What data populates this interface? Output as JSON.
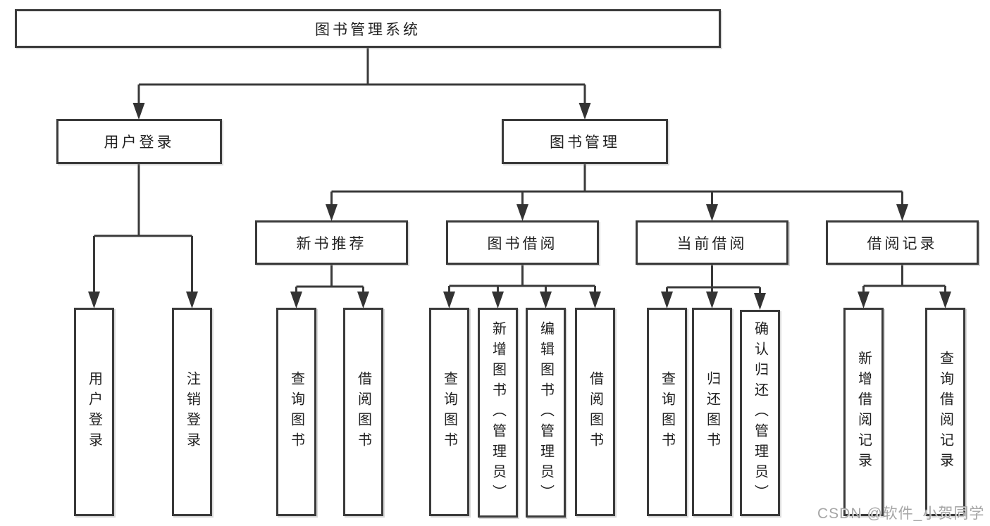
{
  "tree": {
    "root": {
      "label": "图书管理系统",
      "children": [
        {
          "label": "用户登录",
          "children": [
            {
              "label": "用户登录"
            },
            {
              "label": "注销登录"
            }
          ]
        },
        {
          "label": "图书管理",
          "children": [
            {
              "label": "新书推荐",
              "children": [
                {
                  "label": "查询图书"
                },
                {
                  "label": "借阅图书"
                }
              ]
            },
            {
              "label": "图书借阅",
              "children": [
                {
                  "label": "查询图书"
                },
                {
                  "label": "新增图书（管理员）"
                },
                {
                  "label": "编辑图书（管理员）"
                },
                {
                  "label": "借阅图书"
                }
              ]
            },
            {
              "label": "当前借阅",
              "children": [
                {
                  "label": "查询图书"
                },
                {
                  "label": "归还图书"
                },
                {
                  "label": "确认归还（管理员）"
                }
              ]
            },
            {
              "label": "借阅记录",
              "children": [
                {
                  "label": "新增借阅记录"
                },
                {
                  "label": "查询借阅记录"
                }
              ]
            }
          ]
        }
      ]
    }
  },
  "watermark": {
    "text": "CSDN @软件_小贺同学"
  },
  "colors": {
    "line": "#3a3a3a",
    "box_border": "#3a3a3a",
    "text": "#1f1f1f",
    "watermark": "#a5a5a5",
    "background": "#ffffff"
  }
}
